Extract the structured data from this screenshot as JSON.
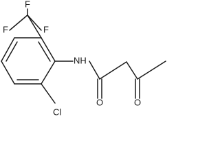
{
  "molecule": {
    "atoms": {
      "trifluoromethyl_fluorine_left": "F",
      "trifluoromethyl_fluorine_top": "F",
      "trifluoromethyl_fluorine_right": "F",
      "amide_nitrogen_hydrogen": "NH",
      "ketone_oxygen": "O",
      "amide_oxygen": "O",
      "chlorine": "Cl"
    },
    "colors": {
      "bond": "#1a1a1a",
      "label": "#1a1a1a",
      "background": "#ffffff"
    }
  }
}
